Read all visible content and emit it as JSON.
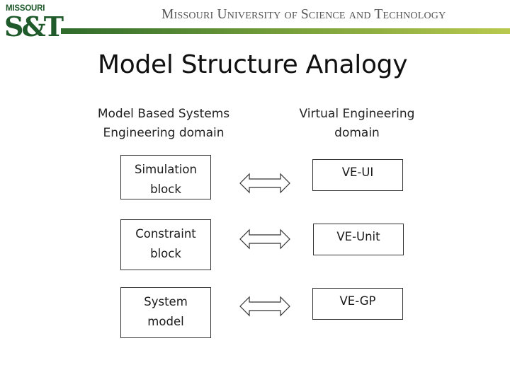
{
  "header": {
    "logo_top": "MISSOURI",
    "logo_main": "S&T",
    "university_name": "Missouri University of Science and Technology",
    "bar_colors": [
      "#2f6b2c",
      "#6f9a38",
      "#b9c94e"
    ]
  },
  "slide": {
    "title": "Model Structure Analogy"
  },
  "columns": {
    "left_heading_line1": "Model Based Systems",
    "left_heading_line2": "Engineering domain",
    "right_heading_line1": "Virtual Engineering",
    "right_heading_line2": "domain"
  },
  "rows": [
    {
      "left_line1": "Simulation",
      "left_line2": "block",
      "right": "VE-UI"
    },
    {
      "left_line1": "Constraint",
      "left_line2": "block",
      "right": "VE-Unit"
    },
    {
      "left_line1": "System",
      "left_line2": "model",
      "right": "VE-GP"
    }
  ],
  "connector_icon": "double-arrow-icon"
}
